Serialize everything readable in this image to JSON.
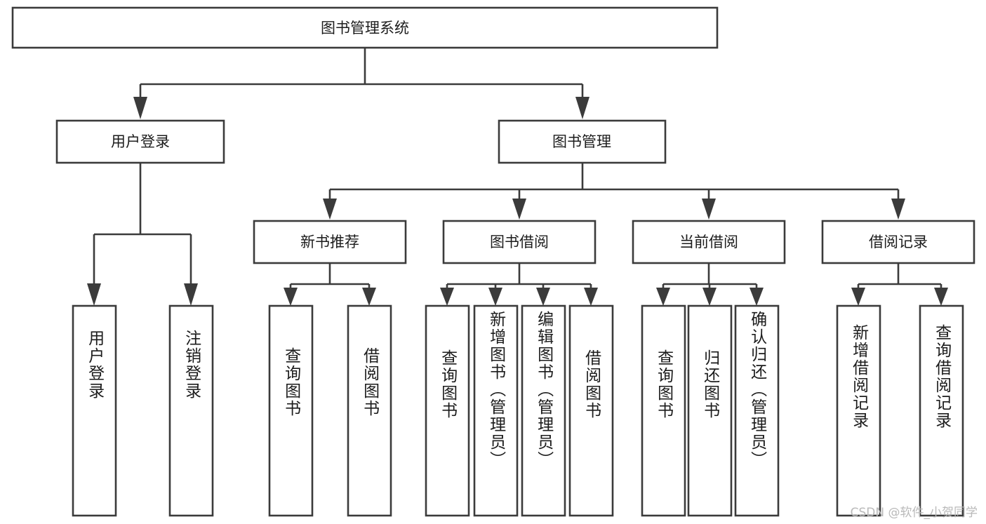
{
  "diagram": {
    "title": "图书管理系统",
    "type": "tree",
    "orientation": "top-down",
    "colors": {
      "box_stroke": "#3b3b3b",
      "box_fill": "#ffffff",
      "connector": "#3b3b3b",
      "text": "#1c1c1c",
      "background": "#ffffff",
      "watermark": "#b9b9b9"
    },
    "root": {
      "id": "root",
      "label": "图书管理系统",
      "level": 0
    },
    "level1": [
      {
        "id": "user-login",
        "label": "用户登录",
        "level": 1
      },
      {
        "id": "book-manage",
        "label": "图书管理",
        "level": 1
      }
    ],
    "level2": [
      {
        "id": "new-book-recommend",
        "label": "新书推荐",
        "level": 2,
        "parent": "book-manage"
      },
      {
        "id": "book-borrow",
        "label": "图书借阅",
        "level": 2,
        "parent": "book-manage"
      },
      {
        "id": "current-borrow",
        "label": "当前借阅",
        "level": 2,
        "parent": "book-manage"
      },
      {
        "id": "borrow-record",
        "label": "借阅记录",
        "level": 2,
        "parent": "book-manage"
      }
    ],
    "leaves": [
      {
        "id": "leaf-user-login",
        "label": "用户登录",
        "parent": "user-login"
      },
      {
        "id": "leaf-logout-login",
        "label": "注销登录",
        "parent": "user-login"
      },
      {
        "id": "leaf-query-book-1",
        "label": "查询图书",
        "parent": "new-book-recommend"
      },
      {
        "id": "leaf-borrow-book-1",
        "label": "借阅图书",
        "parent": "new-book-recommend"
      },
      {
        "id": "leaf-query-book-2",
        "label": "查询图书",
        "parent": "book-borrow"
      },
      {
        "id": "leaf-add-book",
        "label": "新增图书（管理员）",
        "parent": "book-borrow"
      },
      {
        "id": "leaf-edit-book",
        "label": "编辑图书（管理员）",
        "parent": "book-borrow"
      },
      {
        "id": "leaf-borrow-book-2",
        "label": "借阅图书",
        "parent": "book-borrow"
      },
      {
        "id": "leaf-query-book-3",
        "label": "查询图书",
        "parent": "current-borrow"
      },
      {
        "id": "leaf-return-book",
        "label": "归还图书",
        "parent": "current-borrow"
      },
      {
        "id": "leaf-confirm-return",
        "label": "确认归还（管理员）",
        "parent": "current-borrow"
      },
      {
        "id": "leaf-add-record",
        "label": "新增借阅记录",
        "parent": "borrow-record"
      },
      {
        "id": "leaf-query-record",
        "label": "查询借阅记录",
        "parent": "borrow-record"
      }
    ]
  },
  "watermark": {
    "text": "CSDN @软件_小贺同学"
  }
}
